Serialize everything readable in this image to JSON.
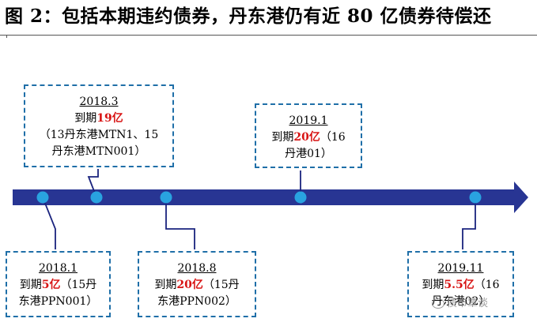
{
  "title": "图 2：包括本期违约债券，丹东港仍有近 80 亿债券待偿还",
  "colors": {
    "arrow": "#283593",
    "dot": "#29a3e0",
    "box_border": "#1f6fa8",
    "amount": "#d81414",
    "connector": "#1a237e"
  },
  "events": [
    {
      "date": "2018.3",
      "prefix": "到期",
      "amount": "19亿",
      "line2": "（13丹东港MTN1、15",
      "line3": "丹东港MTN001）"
    },
    {
      "date": "2018.1",
      "prefix": "到期",
      "amount": "5亿",
      "suffix": "（15丹",
      "line3": "东港PPN001）"
    },
    {
      "date": "2018.8",
      "prefix": "到期",
      "amount": "20亿",
      "suffix": "（15丹",
      "line3": "东港PPN002）"
    },
    {
      "date": "2019.1",
      "prefix": "到期",
      "amount": "20亿",
      "suffix": "（16",
      "line3": "丹港01）"
    },
    {
      "date": "2019.11",
      "prefix": "到期",
      "amount": "5.5亿",
      "suffix": "（16",
      "line3": "丹东港02）"
    }
  ],
  "watermark": {
    "text": "债市覃谈"
  }
}
